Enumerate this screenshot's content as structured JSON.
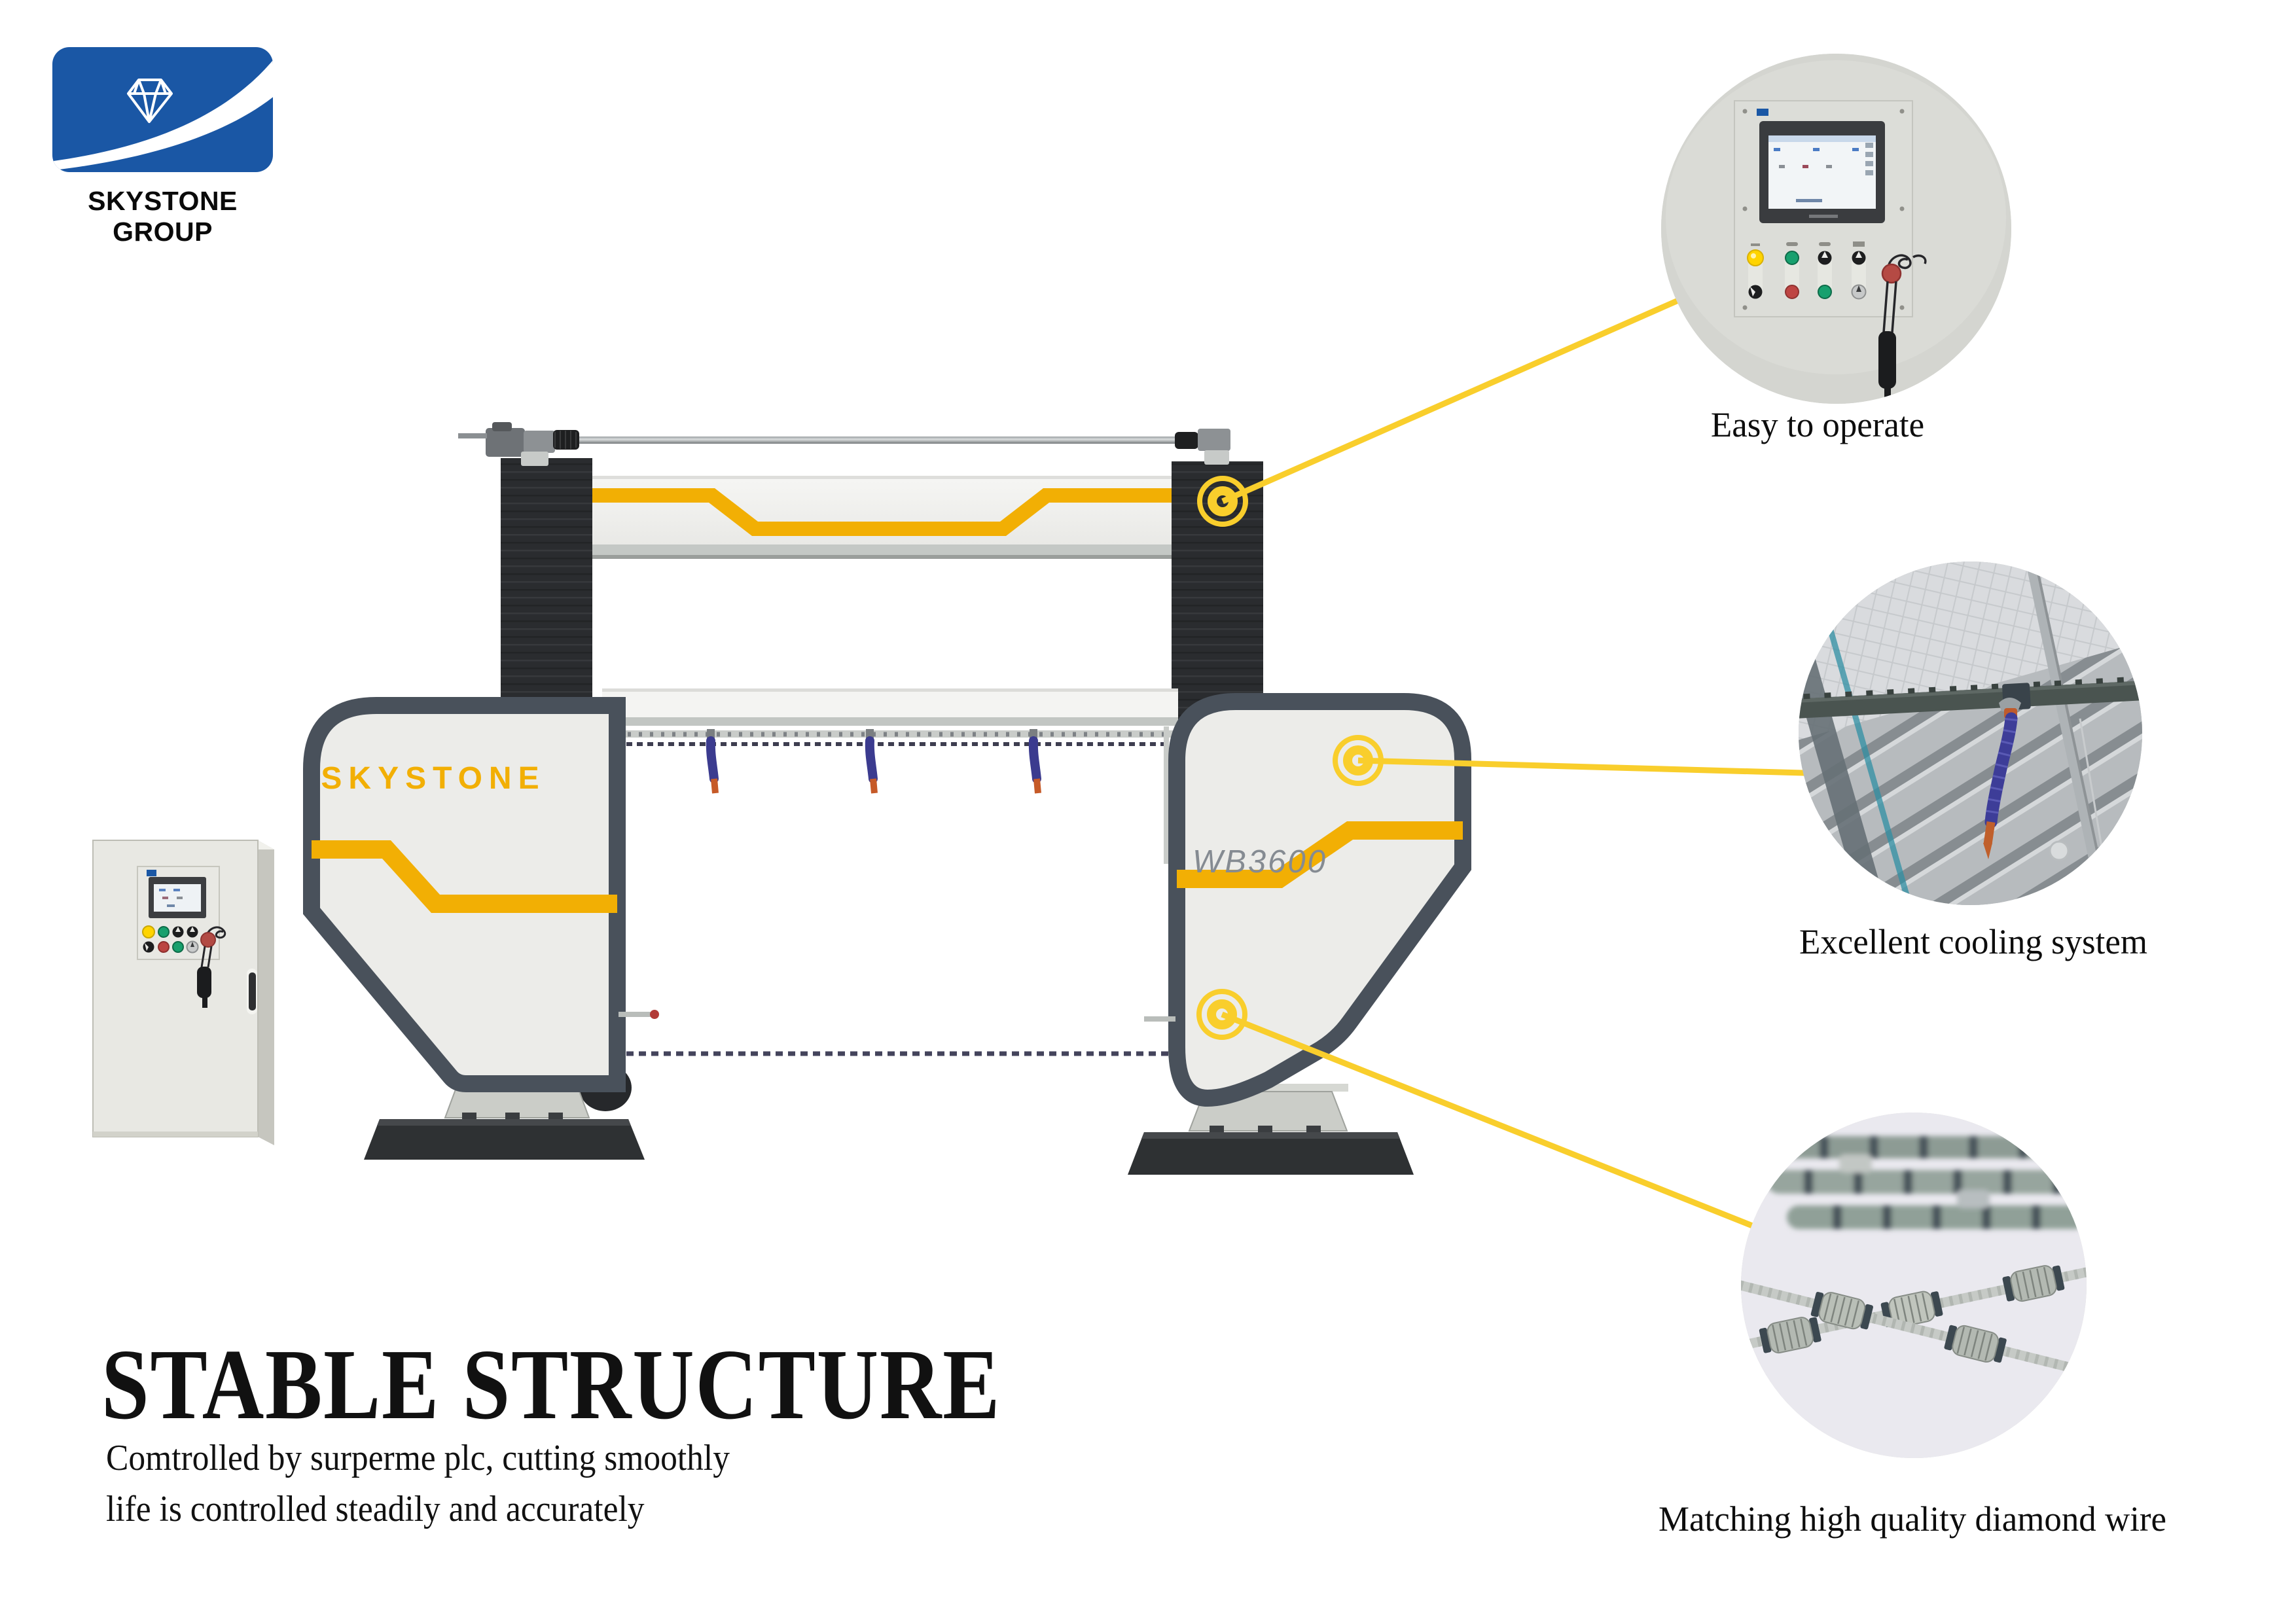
{
  "logo": {
    "company": "SKYSTONE GROUP",
    "blue": "#1A57A5"
  },
  "machine": {
    "brand": "SKYSTONE",
    "model": "WB3600"
  },
  "features": [
    {
      "id": "easy-to-operate",
      "caption": "Easy to operate"
    },
    {
      "id": "cooling-system",
      "caption": "Excellent cooling system"
    },
    {
      "id": "diamond-wire",
      "caption": "Matching high quality diamond wire"
    }
  ],
  "headline": {
    "title": "STABLE STRUCTURE",
    "line1": "Comtrolled by surperme plc, cutting smoothly",
    "line2": "life is controlled steadily and accurately"
  },
  "colors": {
    "accent_yellow": "#F2AF04",
    "callout_yellow": "#F9CE2C",
    "logo_blue": "#1A57A5",
    "panel_fill": "#ECECE9",
    "panel_border": "#49515B",
    "column_dark": "#2A2C2F"
  }
}
